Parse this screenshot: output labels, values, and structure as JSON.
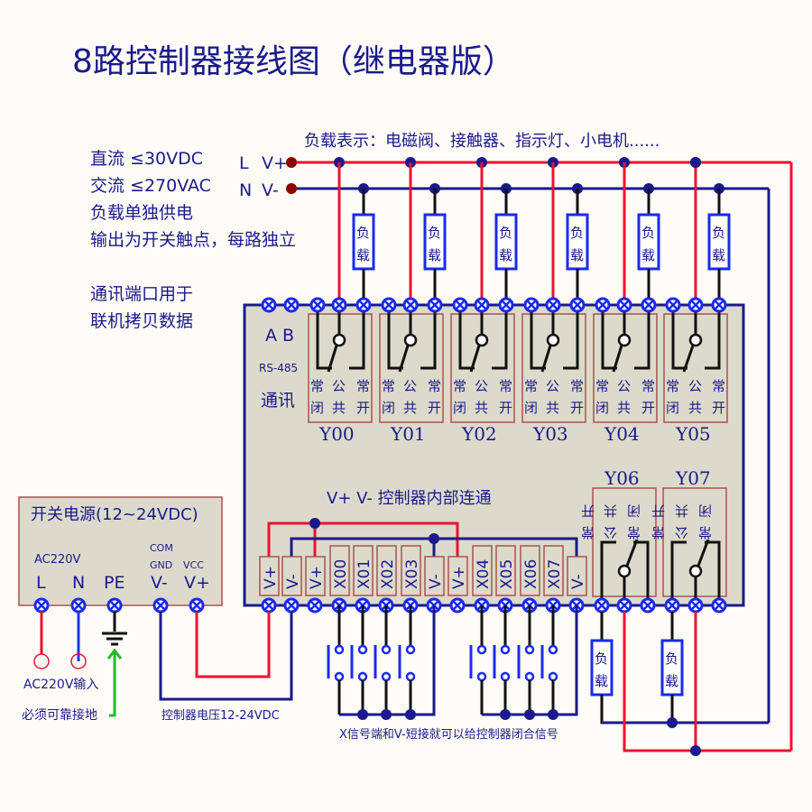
{
  "title": "8路控制器接线图（继电器版）",
  "notes": {
    "dc_limit": "直流 ≤30VDC",
    "ac_limit": "交流 ≤270VAC",
    "separate_supply": "负载单独供电",
    "output_desc": "输出为开关触点，每路独立",
    "comm_line1": "通讯端口用于",
    "comm_line2": "联机拷贝数据",
    "load_types": "负载表示：电磁阀、接触器、指示灯、小电机......"
  },
  "bus": {
    "l_label": "L",
    "l_vplus": "V+",
    "n_label": "N",
    "n_vminus": "V-"
  },
  "load_label_top": "负",
  "load_label_bottom": "载",
  "controller": {
    "ab_label": "A B",
    "rs485_label": "RS-485",
    "comm_label": "通讯",
    "contact_top": [
      "常",
      "公",
      "常"
    ],
    "contact_bottom": [
      "闭",
      "共",
      "开"
    ],
    "relays_top": [
      "Y00",
      "Y01",
      "Y02",
      "Y03",
      "Y04",
      "Y05"
    ],
    "relays_bottom": [
      "Y06",
      "Y07"
    ],
    "internal_note": "V+ V- 控制器内部连通",
    "input_terminals": [
      "V+",
      "V-",
      "V+",
      "X00",
      "X01",
      "X02",
      "X03",
      "V-",
      "V+",
      "X04",
      "X05",
      "X06",
      "X07",
      "V-"
    ]
  },
  "power_supply": {
    "title": "开关电源(12~24VDC)",
    "ac_label": "AC220V",
    "com_label": "COM",
    "gnd_label": "GND",
    "vcc_label": "VCC",
    "terminals": [
      "L",
      "N",
      "PE",
      "V-",
      "V+"
    ]
  },
  "bottom_notes": {
    "ac_input": "AC220V输入",
    "ground": "必须可靠接地",
    "ctrl_voltage": "控制器电压12-24VDC",
    "x_signal": "X信号端和V-短接就可以给控制器闭合信号"
  },
  "colors": {
    "text": "#1a1a8c",
    "red_wire": "#ee1133",
    "blue_wire": "#1a1a8c",
    "terminal": "#1a2aee",
    "panel_fill": "#dcdacb",
    "box_border": "#b05050",
    "ground_arrow": "#22bb22"
  }
}
